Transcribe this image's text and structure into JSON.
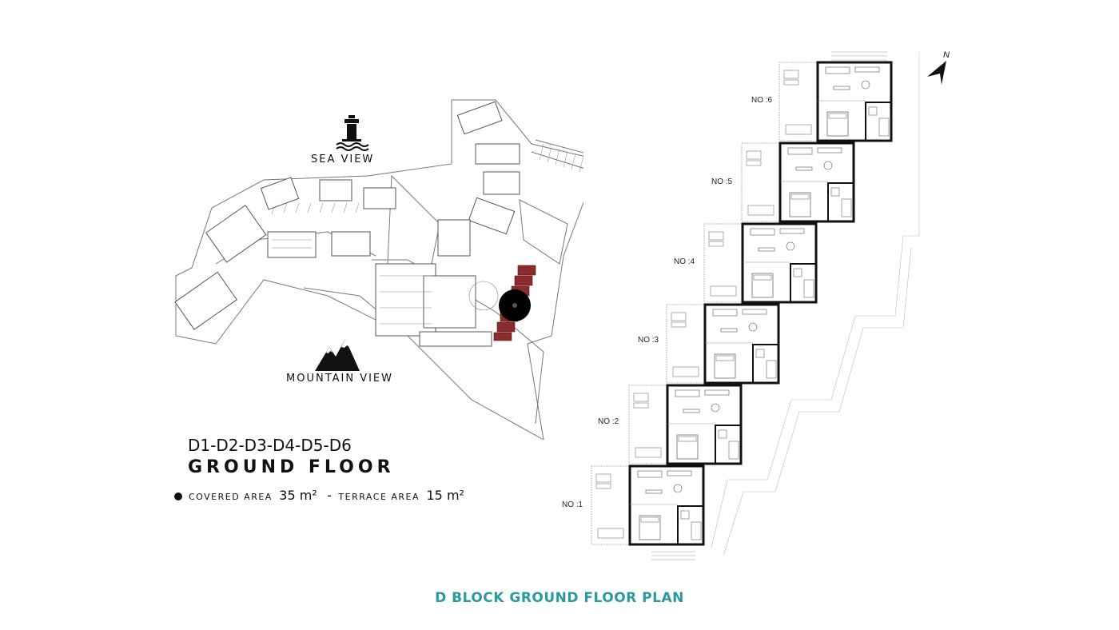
{
  "site_plan": {
    "sea_view_label": "SEA VIEW",
    "mountain_view_label": "MOUNTAIN VIEW"
  },
  "info": {
    "units": "D1-D2-D3-D4-D5-D6",
    "floor": "GROUND FLOOR",
    "covered_label": "covered area",
    "covered_value": "35 m²",
    "separator": "-",
    "terrace_label": "terrace area",
    "terrace_value": "15 m²"
  },
  "block_plan": {
    "units": [
      {
        "label": "NO :1"
      },
      {
        "label": "NO :2"
      },
      {
        "label": "NO :3"
      },
      {
        "label": "NO :4"
      },
      {
        "label": "NO :5"
      },
      {
        "label": "NO :6"
      }
    ],
    "north_label": "N"
  },
  "footer": {
    "title": "D BLOCK GROUND FLOOR PLAN"
  },
  "colors": {
    "accent": "#2a9aa0",
    "highlight": "#8b2b2b"
  }
}
